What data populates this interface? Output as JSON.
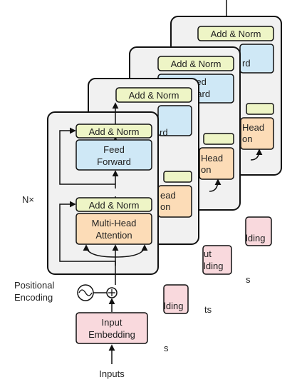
{
  "colors": {
    "add_norm": "#eef5c6",
    "feed_forward": "#cfe8f6",
    "attention": "#fcdcb7",
    "embedding": "#f9d9dd",
    "block_bg": "#f1f1f1",
    "stroke": "#111111"
  },
  "labels": {
    "add_norm": "Add & Norm",
    "feed_forward_line1": "Feed",
    "feed_forward_line2": "Forward",
    "mha_line1": "Multi-Head",
    "mha_line2": "Attention",
    "nx": "N×",
    "positional_line1": "Positional",
    "positional_line2": "Encoding",
    "input_emb_line1": "Input",
    "input_emb_line2": "Embedding",
    "inputs": "Inputs",
    "layer4_ff_partial": "rd",
    "layer3_ff_partial1": "Feed",
    "layer3_ff_partial2": "ward",
    "layer2_ff_partial": "rd",
    "layer4_mha_partial1": "Head",
    "layer4_mha_partial2": "on",
    "layer3_mha_partial1": "Head",
    "layer3_mha_partial2": "on",
    "layer2_mha_partial1": "ead",
    "layer2_mha_partial2": "on",
    "emb_partial_1": "lding",
    "emb_partial_2a": "ut",
    "emb_partial_2b": "lding",
    "emb_partial_3": "lding",
    "trail_s1": "s",
    "trail_ts": "ts",
    "trail_s2": "s"
  }
}
